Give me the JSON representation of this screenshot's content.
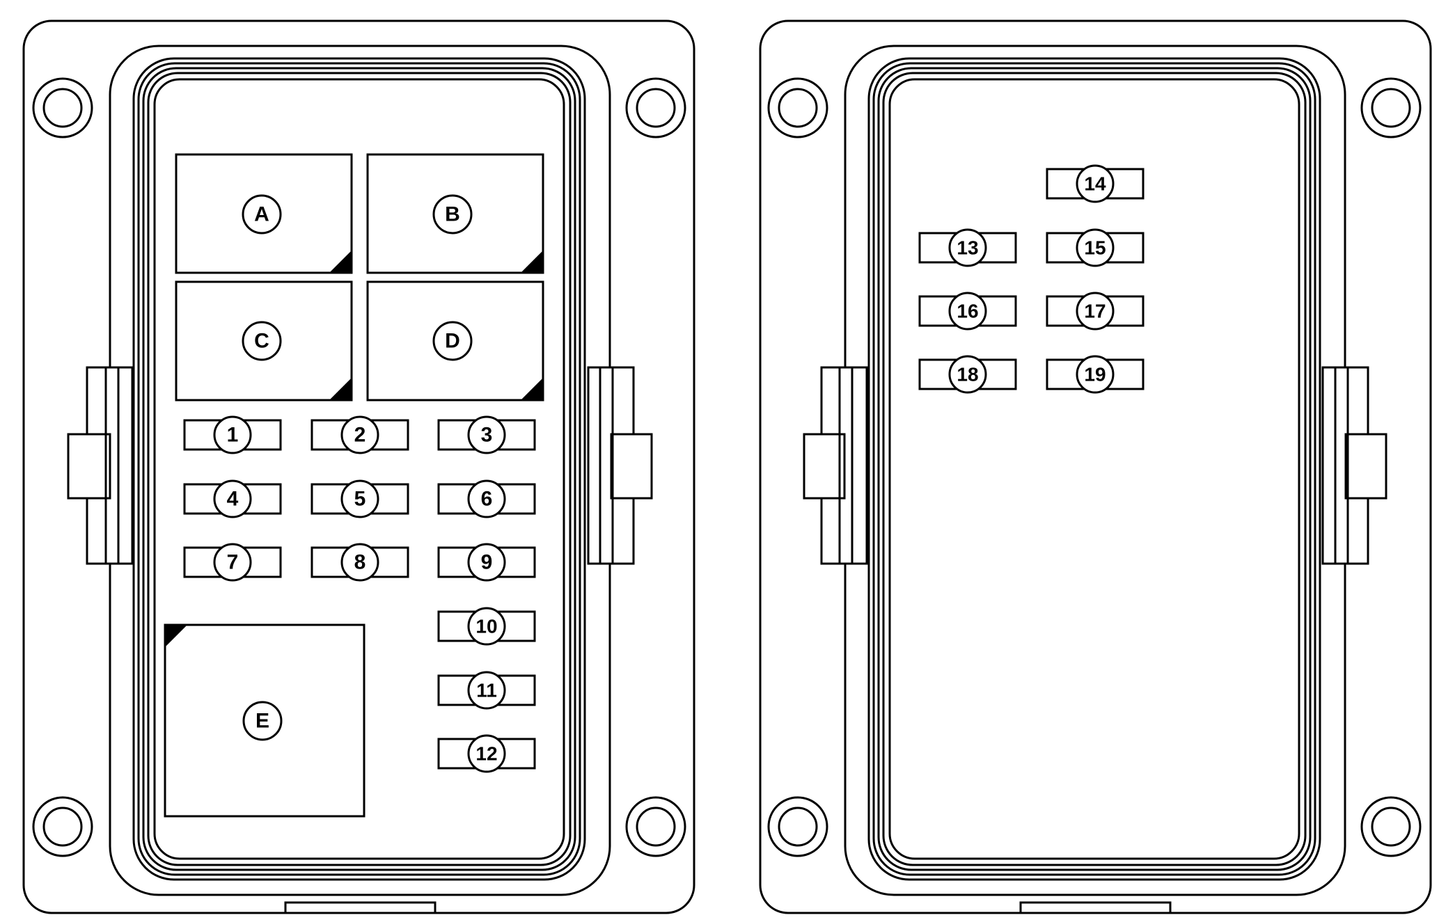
{
  "colors": {
    "line": "#000000",
    "background": "#ffffff"
  },
  "panels": [
    {
      "name": "left",
      "relays": [
        {
          "label": "A",
          "marker": "bottom-right"
        },
        {
          "label": "B",
          "marker": "bottom-right"
        },
        {
          "label": "C",
          "marker": "bottom-right"
        },
        {
          "label": "D",
          "marker": "bottom-right"
        },
        {
          "label": "E",
          "marker": "top-left"
        }
      ],
      "fuses": [
        "1",
        "2",
        "3",
        "4",
        "5",
        "6",
        "7",
        "8",
        "9",
        "10",
        "11",
        "12"
      ]
    },
    {
      "name": "right",
      "relays": [],
      "fuses": [
        "13",
        "14",
        "15",
        "16",
        "17",
        "18",
        "19"
      ]
    }
  ]
}
